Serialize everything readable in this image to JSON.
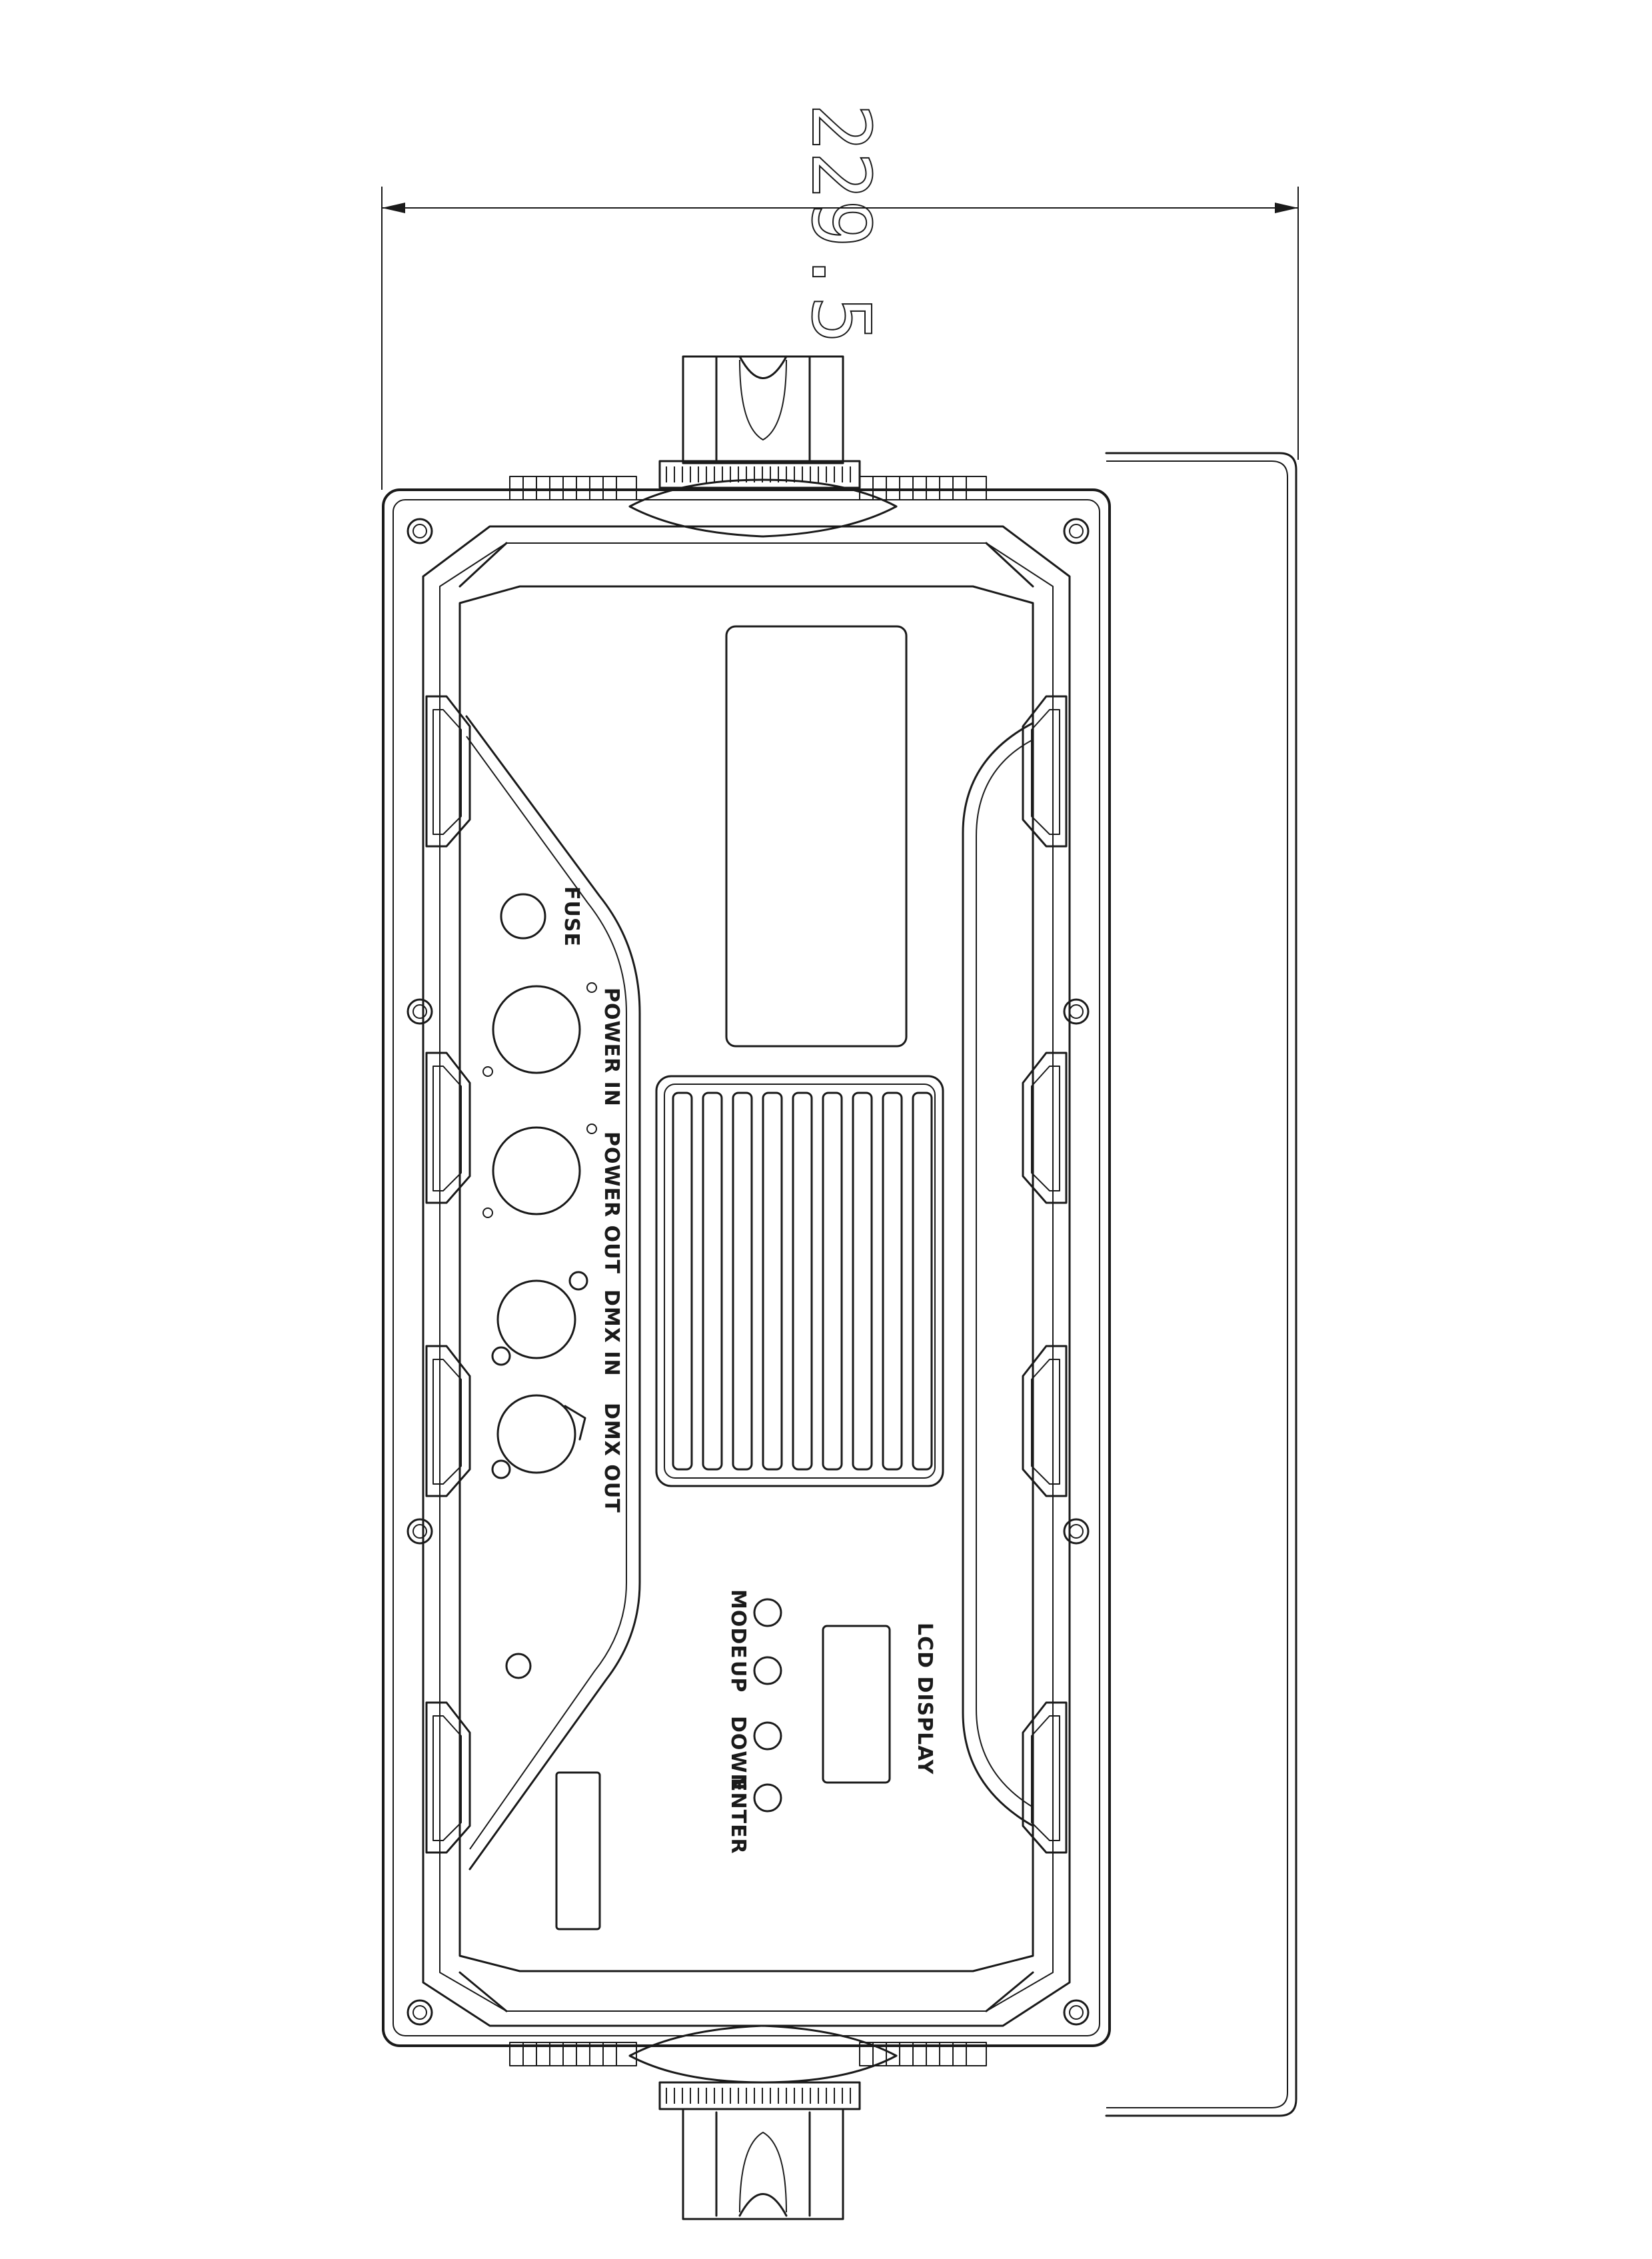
{
  "dimension": {
    "value": "229.5"
  },
  "labels": {
    "fuse": "FUSE",
    "power_in": "POWER IN",
    "power_out": "POWER OUT",
    "dmx_in": "DMX IN",
    "dmx_out": "DMX OUT",
    "lcd_display": "LCD DISPLAY",
    "mode": "MODE",
    "up": "UP",
    "down": "DOWN",
    "enter": "ENTER"
  }
}
